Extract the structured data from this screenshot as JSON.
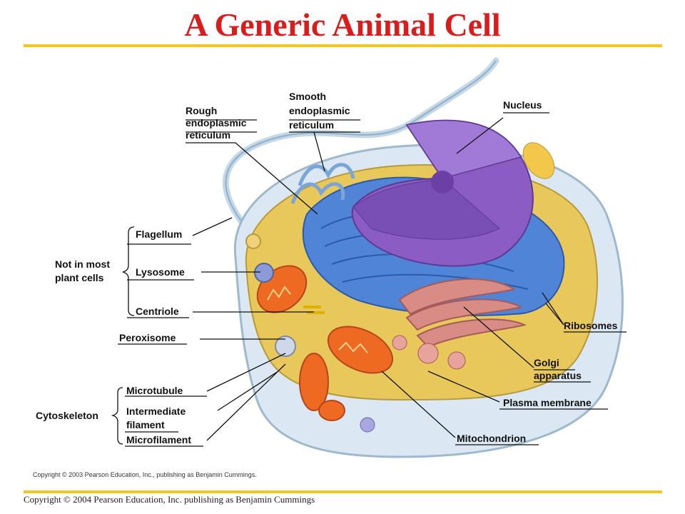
{
  "title": "A Generic Animal Cell",
  "footer": "Copyright © 2004 Pearson Education, Inc. publishing as Benjamin Cummings",
  "image_credit": "Copyright © 2003 Pearson Education, Inc., publishing as Benjamin Cummings.",
  "labels": {
    "rough_er": [
      "Rough",
      "endoplasmic",
      "reticulum"
    ],
    "smooth_er": [
      "Smooth",
      "endoplasmic",
      "reticulum"
    ],
    "nucleus": "Nucleus",
    "flagellum": "Flagellum",
    "lysosome": "Lysosome",
    "centriole": "Centriole",
    "not_in_plant": [
      "Not in most",
      "plant cells"
    ],
    "peroxisome": "Peroxisome",
    "ribosomes": "Ribosomes",
    "golgi": [
      "Golgi",
      "apparatus"
    ],
    "microtubule": "Microtubule",
    "intermediate": [
      "Intermediate",
      "filament"
    ],
    "microfilament": "Microfilament",
    "cytoskeleton": "Cytoskeleton",
    "plasma_membrane": "Plasma membrane",
    "mitochondrion": "Mitochondrion"
  },
  "colors": {
    "title": "#d91d1d",
    "rule": "#f3c81a",
    "cytoplasm": "#e8c85a",
    "er": "#4f84d6",
    "nucleus": "#8a5cc4",
    "golgi": "#d98b86",
    "mitochondria": "#ee6a22",
    "membrane": "#cfe0ef"
  }
}
